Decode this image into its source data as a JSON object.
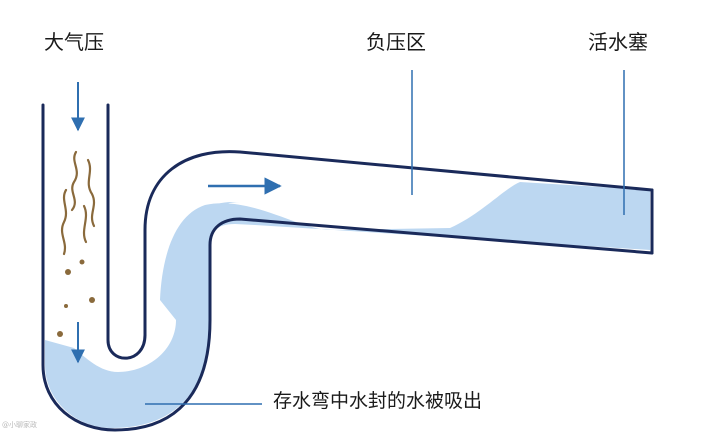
{
  "labels": {
    "atmospheric_pressure": "大气压",
    "negative_pressure_zone": "负压区",
    "water_plug": "活水塞",
    "trap_seal_sucked": "存水弯中水封的水被吸出"
  },
  "watermark": "@小聊家政",
  "colors": {
    "pipe": "#1a2a5a",
    "water": "#bcd7f1",
    "arrow": "#2f6fb0",
    "debris": "#8a6a3c"
  }
}
